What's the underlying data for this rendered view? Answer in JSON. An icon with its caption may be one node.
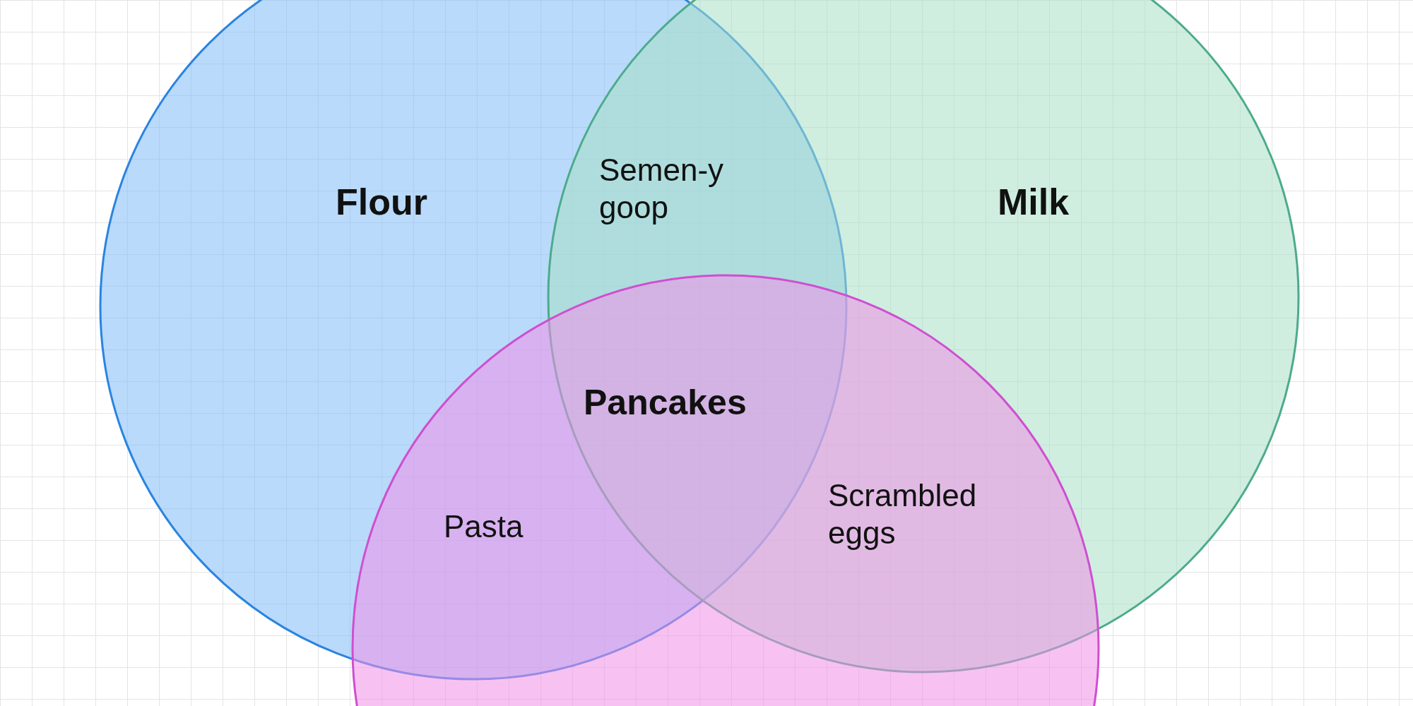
{
  "diagram": {
    "nodes": [
      {
        "text": [
          "Flour"
        ]
      },
      {
        "text": [
          "Milk"
        ]
      },
      {
        "text": [],
        "shape": "circle"
      }
    ],
    "edges": [],
    "labels": [
      "Semen-y goop",
      "Pancakes",
      "Pasta",
      "Scrambled eggs"
    ]
  }
}
